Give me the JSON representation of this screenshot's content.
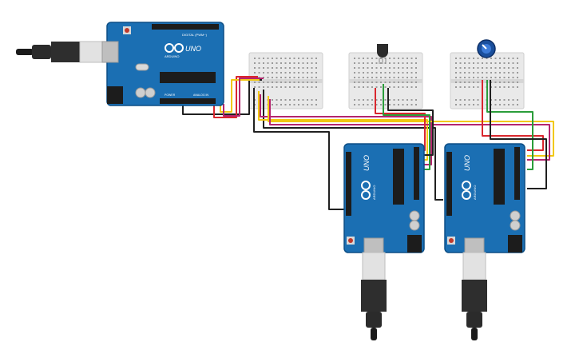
{
  "boards": [
    {
      "id": "master",
      "model_label": "UNO",
      "brand_label": "ARDUINO",
      "header_label": "DIGITAL (PWM~)",
      "power_label": "POWER",
      "analog_label": "ANALOG IN"
    },
    {
      "id": "slave-1",
      "model_label": "UNO",
      "brand_label": "ARDUINO"
    },
    {
      "id": "slave-2",
      "model_label": "UNO",
      "brand_label": "ARDUINO"
    }
  ],
  "breadboards": [
    {
      "id": "bb-1",
      "component": "none"
    },
    {
      "id": "bb-2",
      "component": "temperature-sensor"
    },
    {
      "id": "bb-3",
      "component": "potentiometer"
    }
  ],
  "wire_colors": {
    "black": "#202020",
    "red": "#d9272e",
    "yellow": "#f2c811",
    "green": "#2a9d3a",
    "magenta": "#b5256f"
  },
  "colors": {
    "board_blue": "#1b6fb3",
    "board_edge": "#0d4f86",
    "breadboard": "#e8e8e8",
    "background": "#ffffff"
  }
}
